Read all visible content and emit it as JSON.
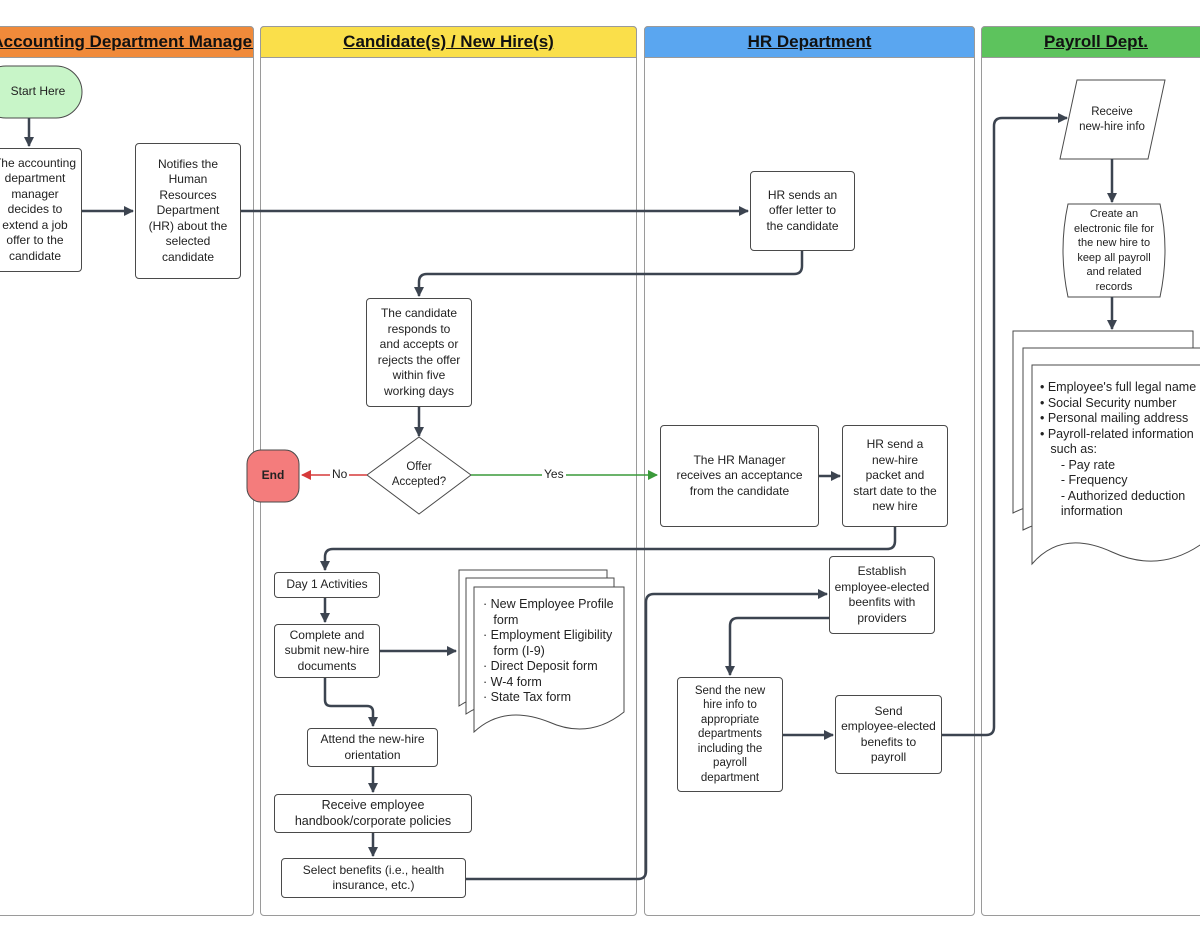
{
  "lanes": {
    "accounting": {
      "title": "Accounting Department Manager",
      "color": "#f08a3a"
    },
    "candidate": {
      "title": "Candidate(s) / New Hire(s)",
      "color": "#fadf4a"
    },
    "hr": {
      "title": "HR Department",
      "color": "#5aa6f0"
    },
    "payroll": {
      "title": "Payroll Dept.",
      "color": "#5dc35d"
    }
  },
  "nodes": {
    "start": "Start Here",
    "manager_decides": "The accounting\ndepartment\nmanager\ndecides to\nextend a job\noffer to the\ncandidate",
    "notifies_hr": "Notifies the\nHuman\nResources\nDepartment\n(HR) about the\nselected\ncandidate",
    "offer_letter": "HR sends an\noffer letter to\nthe candidate",
    "candidate_responds": "The candidate\nresponds to\nand accepts or\nrejects the offer\nwithin five\nworking days",
    "decision": "Offer\nAccepted?",
    "end": "End",
    "hr_manager_receives": "The HR Manager\nreceives an acceptance\nfrom the candidate",
    "hr_send_packet": "HR send a\nnew-hire\npacket and\nstart date to the\nnew hire",
    "day1": "Day 1 Activities",
    "complete_docs": "Complete and\nsubmit new-hire\ndocuments",
    "orientation": "Attend the new-hire\norientation",
    "handbook": "Receive employee\nhandbook/corporate policies",
    "select_benefits": "Select benefits (i.e., health\ninsurance, etc.)",
    "establish_benefits": "Establish\nemployee-elected\nbeenfits with\nproviders",
    "send_new_hire_info": "Send the new\nhire info to\nappropriate\ndepartments\nincluding the\npayroll\ndepartment",
    "send_benefits_payroll": "Send\nemployee-elected\nbenefits to\npayroll",
    "receive_info": "Receive\nnew-hire info",
    "create_file": "Create an\nelectronic file for\nthe new hire to\nkeep all payroll\nand related\nrecords"
  },
  "documents_list": "· New Employee Profile\n   form\n· Employment Eligibility\n   form (I-9)\n· Direct Deposit form\n· W-4 form\n· State Tax form",
  "payroll_list": "• Employee's full legal name\n• Social Security number\n• Personal mailing address\n• Payroll-related information\n   such as:\n      - Pay rate\n      - Frequency\n      - Authorized deduction\n      information",
  "edge_labels": {
    "no": "No",
    "yes": "Yes"
  },
  "colors": {
    "start_fill": "#c8f5c8",
    "end_fill": "#f47c7c",
    "no_line": "#d63a3a",
    "yes_line": "#3a9a3a",
    "line": "#3c4450"
  }
}
